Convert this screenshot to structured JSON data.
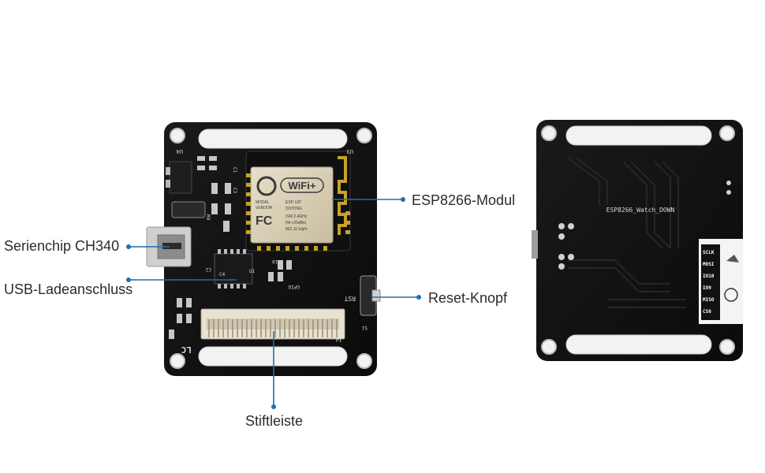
{
  "callouts": {
    "esp_module": "ESP8266-Modul",
    "serial_chip": "Serienchip CH340",
    "usb_port": "USB-Ladeanschluss",
    "reset_button": "Reset-Knopf",
    "pin_header": "Stiftleiste"
  },
  "colors": {
    "callout_line": "#1f6fb2",
    "pcb": "#111111",
    "module_shield": "#d8cdb3",
    "connector": "#e8e2d2"
  },
  "front_board": {
    "silkscreen": {
      "u1": "U1",
      "u3": "U3",
      "u4": "U4",
      "c1": "C1",
      "c2": "C2",
      "c3": "C3",
      "c4": "C4",
      "r9": "R9",
      "r10": "R10",
      "rst": "RST",
      "s1": "S1",
      "p1": "P1",
      "brand": "LC",
      "gpio": "GPIO"
    },
    "module": {
      "wifi": "WiFi+",
      "lines": [
        "ESP-12F",
        "DOITING",
        "ISM 2.4GHz",
        "PA +25dBm",
        "802.11 b/g/n"
      ],
      "fc": "FC",
      "model": "MODEL",
      "vendor": "VENDOR"
    }
  },
  "back_board": {
    "title": "ESP8266_Watch_DOWN",
    "pin_labels": [
      "SCLK",
      "MOSI",
      "IO10",
      "IO9",
      "MISO",
      "CS0"
    ]
  }
}
